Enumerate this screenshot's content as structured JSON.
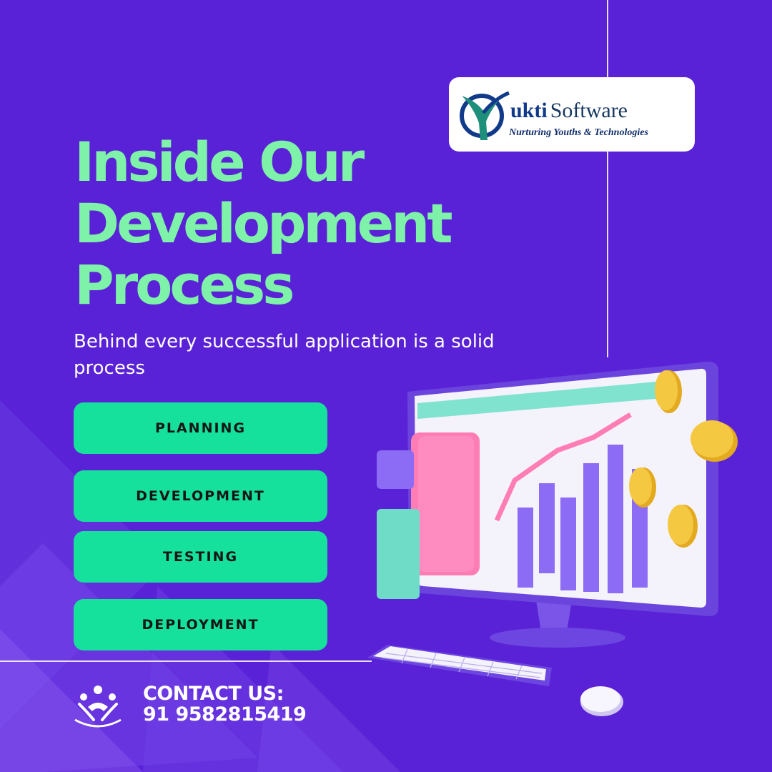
{
  "brand": {
    "logo_y": "Y",
    "logo_name_1": "ukti",
    "logo_name_2": "Software",
    "tagline": "Nurturing Youths & Technologies"
  },
  "headline": {
    "line1": "Inside Our",
    "line2": "Development",
    "line3": "Process"
  },
  "subtitle": "Behind every successful application is a solid process",
  "steps": [
    {
      "label": "PLANNING"
    },
    {
      "label": "DEVELOPMENT"
    },
    {
      "label": "TESTING"
    },
    {
      "label": "DEPLOYMENT"
    }
  ],
  "contact": {
    "label": "CONTACT US:",
    "phone": "91 9582815419"
  },
  "colors": {
    "background": "#5a22d6",
    "headline": "#7ef2a8",
    "step_pill": "#16e19c",
    "coin": "#f5c842",
    "screen_bar": "#7fe3cf",
    "screen_panel": "#ff7db5",
    "chart_bars": "#8d6cf5"
  },
  "icons": [
    "people-logo-icon",
    "monitor-illustration",
    "coin-icon",
    "keyboard-icon",
    "mouse-icon"
  ]
}
